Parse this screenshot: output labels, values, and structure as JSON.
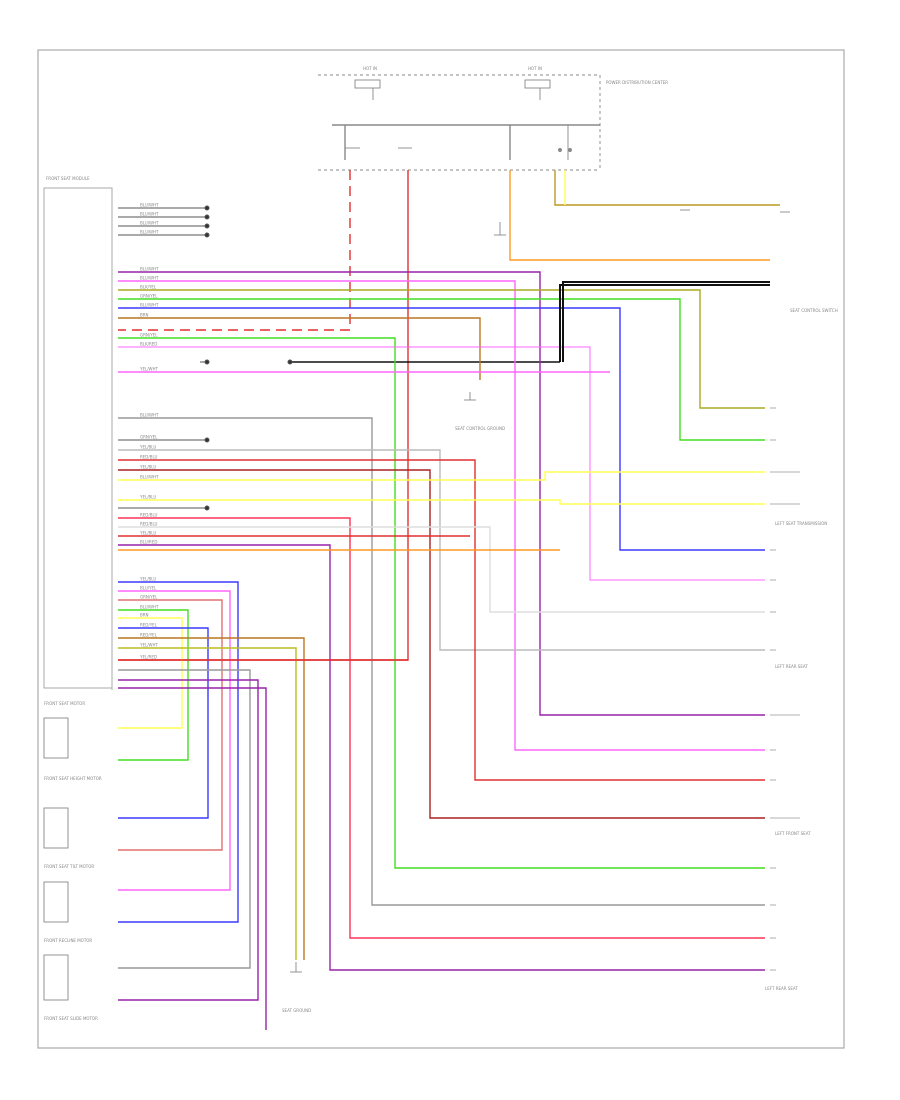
{
  "colors": {
    "frame": "#aaaaaa",
    "text": "#888888",
    "blk": "#111111",
    "red": "#e03030",
    "blue": "#3a3aff",
    "green": "#44dd22",
    "yellow": "#ffff55",
    "orange": "#ff9922",
    "pink": "#ff66ff",
    "violet": "#9922aa",
    "brown": "#bb7722",
    "gray": "#999999",
    "white": "#dddddd",
    "darkred": "#aa2222"
  },
  "labels": {
    "top_fuse_left": "HOT IN",
    "top_fuse_right": "HOT IN",
    "top_right_block": "POWER DISTRIBUTION CENTER",
    "left_module": "FRONT SEAT MODULE",
    "right_top_comp": "SEAT CONTROL SWITCH",
    "mid_ground": "SEAT CONTROL GROUND",
    "left_seat_trans": "LEFT SEAT TRANSMISSION",
    "left_rear_seat": "LEFT REAR SEAT",
    "left_front_seat": "LEFT FRONT SEAT",
    "left_rear_bottom": "LEFT REAR SEAT",
    "motor_1": "FRONT SEAT MOTOR",
    "motor_2": "FRONT SEAT HEIGHT MOTOR",
    "motor_3": "FRONT SEAT TILT MOTOR",
    "motor_4": "FRONT RECLINE MOTOR",
    "motor_5": "FRONT SEAT SLIDE MOTOR",
    "bottom_ground": "SEAT GROUND"
  },
  "wire_labels": [
    "BLU/WHT",
    "BLU/WHT",
    "BLU/WHT",
    "BLU/WHT",
    "BLU/WHT",
    "BLU/WHT",
    "BLK/YEL",
    "GRN/YEL",
    "BLU/WHT",
    "BRN",
    "GRN/YEL",
    "BLK/RED",
    "YEL/WHT",
    "BLU/WHT",
    "GRN/YEL",
    "YEL/BLU",
    "RED/BLU",
    "YEL/BLU",
    "BLU/WHT",
    "YEL/BLU",
    "RED/BLU",
    "RED/BLU",
    "YEL/BLU",
    "BLU/RED",
    "YEL/BLU",
    "BLU/YEL",
    "GRN/YEL",
    "BLU/WHT",
    "BRN",
    "RED/YEL",
    "RED/YEL",
    "YEL/WHT",
    "YEL/RED"
  ]
}
